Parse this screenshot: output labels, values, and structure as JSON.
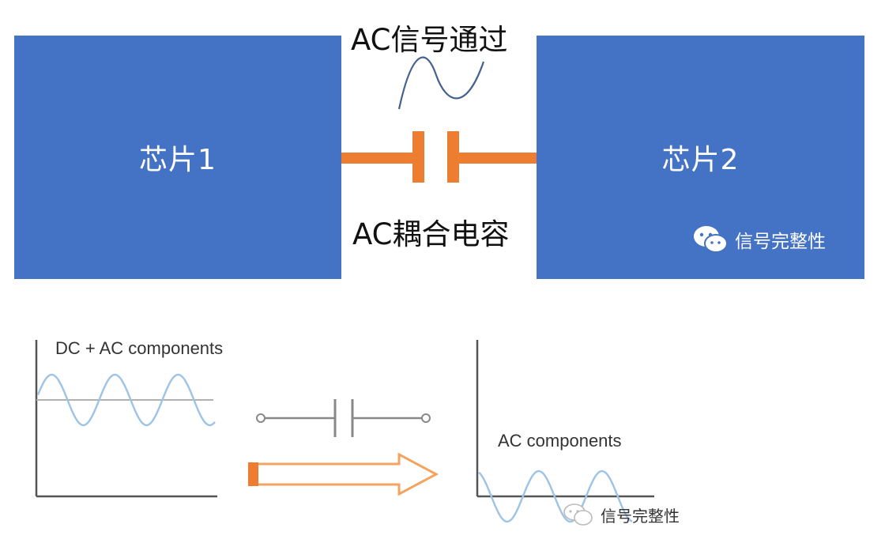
{
  "diagram": {
    "chip1_label": "芯片1",
    "chip2_label": "芯片2",
    "ac_pass_text": "AC信号通过",
    "ac_cap_text": "AC耦合电容",
    "watermark_text": "信号完整性",
    "dc_ac_label": "DC + AC components",
    "ac_only_label": "AC components"
  },
  "colors": {
    "chip_blue": "#4472C4",
    "capacitor_orange": "#ED7D31",
    "wave_blue": "#9DC3E6",
    "axis_gray": "#555555"
  },
  "icons": [
    "wechat-icon",
    "capacitor-symbol",
    "arrow-right-icon"
  ]
}
